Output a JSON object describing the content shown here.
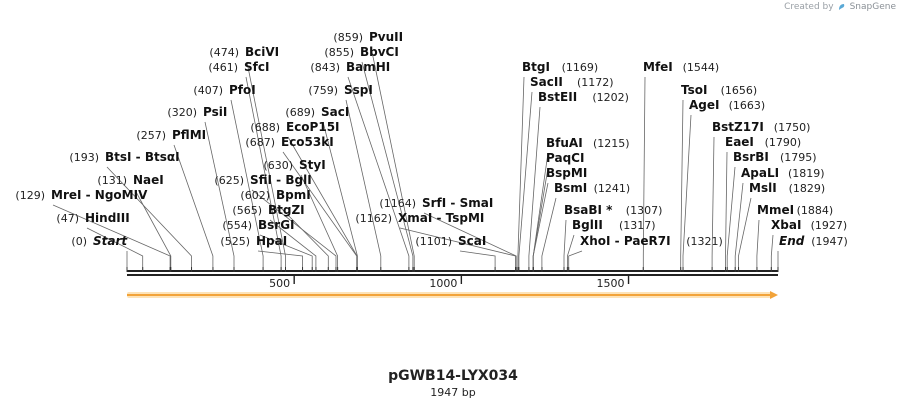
{
  "credit": {
    "prefix": "Created by",
    "brand": "SnapGene"
  },
  "plasmid": {
    "name": "pGWB14-LYX034",
    "length_label": "1947 bp",
    "length": 1947
  },
  "ruler": {
    "ticks": [
      500,
      1000,
      1500
    ]
  },
  "feature": {
    "start": 1,
    "end": 1947,
    "color": "#f2a33a",
    "direction": "forward"
  },
  "sites": [
    {
      "name": "Start",
      "pos": 0,
      "pos_label": "(0)",
      "italic": true
    },
    {
      "name": "HindIII",
      "pos": 47,
      "pos_label": "(47)"
    },
    {
      "name": "MreI - NgoMIV",
      "pos": 129,
      "pos_label": "(129)"
    },
    {
      "name": "NaeI",
      "pos": 131,
      "pos_label": "(131)"
    },
    {
      "name": "BtsI - BtsαI",
      "pos": 193,
      "pos_label": "(193)"
    },
    {
      "name": "PflMI",
      "pos": 257,
      "pos_label": "(257)"
    },
    {
      "name": "PsiI",
      "pos": 320,
      "pos_label": "(320)"
    },
    {
      "name": "PfoI",
      "pos": 407,
      "pos_label": "(407)"
    },
    {
      "name": "SfcI",
      "pos": 461,
      "pos_label": "(461)"
    },
    {
      "name": "BciVI",
      "pos": 474,
      "pos_label": "(474)"
    },
    {
      "name": "HpaI",
      "pos": 525,
      "pos_label": "(525)"
    },
    {
      "name": "BsrGI",
      "pos": 554,
      "pos_label": "(554)"
    },
    {
      "name": "BtgZI",
      "pos": 565,
      "pos_label": "(565)"
    },
    {
      "name": "BpmI",
      "pos": 602,
      "pos_label": "(602)"
    },
    {
      "name": "SfiI - BglI",
      "pos": 625,
      "pos_label": "(625)"
    },
    {
      "name": "StyI",
      "pos": 630,
      "pos_label": "(630)"
    },
    {
      "name": "Eco53kI",
      "pos": 687,
      "pos_label": "(687)"
    },
    {
      "name": "EcoP15I",
      "pos": 688,
      "pos_label": "(688)"
    },
    {
      "name": "SacI",
      "pos": 689,
      "pos_label": "(689)"
    },
    {
      "name": "SspI",
      "pos": 759,
      "pos_label": "(759)"
    },
    {
      "name": "BamHI",
      "pos": 843,
      "pos_label": "(843)"
    },
    {
      "name": "BbvCI",
      "pos": 855,
      "pos_label": "(855)"
    },
    {
      "name": "PvuII",
      "pos": 859,
      "pos_label": "(859)"
    },
    {
      "name": "ScaI",
      "pos": 1101,
      "pos_label": "(1101)"
    },
    {
      "name": "XmaI - TspMI",
      "pos": 1162,
      "pos_label": "(1162)"
    },
    {
      "name": "SrfI - SmaI",
      "pos": 1164,
      "pos_label": "(1164)"
    },
    {
      "name": "BtgI",
      "pos": 1169,
      "pos_label": "(1169)"
    },
    {
      "name": "SacII",
      "pos": 1172,
      "pos_label": "(1172)"
    },
    {
      "name": "BstEII",
      "pos": 1202,
      "pos_label": "(1202)"
    },
    {
      "name": "BfuAI",
      "pos": 1215,
      "pos_label": "(1215)"
    },
    {
      "name": "PaqCI",
      "pos": 1215,
      "pos_label": ""
    },
    {
      "name": "BspMI",
      "pos": 1215,
      "pos_label": ""
    },
    {
      "name": "BsmI",
      "pos": 1241,
      "pos_label": "(1241)"
    },
    {
      "name": "BsaBI *",
      "pos": 1307,
      "pos_label": "(1307)"
    },
    {
      "name": "BglII",
      "pos": 1317,
      "pos_label": "(1317)"
    },
    {
      "name": "XhoI - PaeR7I",
      "pos": 1321,
      "pos_label": "(1321)"
    },
    {
      "name": "MfeI",
      "pos": 1544,
      "pos_label": "(1544)"
    },
    {
      "name": "TsoI",
      "pos": 1656,
      "pos_label": "(1656)"
    },
    {
      "name": "AgeI",
      "pos": 1663,
      "pos_label": "(1663)"
    },
    {
      "name": "BstZ17I",
      "pos": 1750,
      "pos_label": "(1750)"
    },
    {
      "name": "EaeI",
      "pos": 1790,
      "pos_label": "(1790)"
    },
    {
      "name": "BsrBI",
      "pos": 1795,
      "pos_label": "(1795)"
    },
    {
      "name": "ApaLI",
      "pos": 1819,
      "pos_label": "(1819)"
    },
    {
      "name": "MslI",
      "pos": 1829,
      "pos_label": "(1829)"
    },
    {
      "name": "MmeI",
      "pos": 1884,
      "pos_label": "(1884)"
    },
    {
      "name": "XbaI",
      "pos": 1927,
      "pos_label": "(1927)"
    },
    {
      "name": "End",
      "pos": 1947,
      "pos_label": "(1947)",
      "italic": true
    }
  ]
}
